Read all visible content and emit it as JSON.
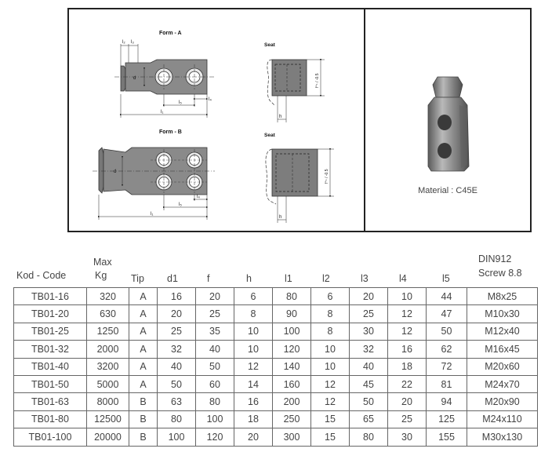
{
  "drawing": {
    "form_a": "Form - A",
    "form_b": "Form - B",
    "seat_a": "Seat",
    "seat_b": "Seat",
    "dims_a": {
      "l2": "l₂",
      "l3": "l₃",
      "d": "d",
      "l5": "l₅",
      "l4": "l₄",
      "l1": "l₁",
      "h": "h",
      "f": "f⁺¹ / -0.5"
    },
    "dims_b": {
      "d": "d",
      "l4": "l₄",
      "l5": "l₅",
      "l1": "l₁",
      "h": "h",
      "f": "f⁺¹ / -0.5"
    }
  },
  "photo": {
    "material": "Material : C45E"
  },
  "table": {
    "headers": [
      {
        "key": "kod",
        "text": "Kod - Code"
      },
      {
        "key": "kg_1",
        "text": "Max"
      },
      {
        "key": "kg_2",
        "text": "Kg"
      },
      {
        "key": "tip",
        "text": "Tip"
      },
      {
        "key": "d1",
        "text": "d1"
      },
      {
        "key": "f",
        "text": "f"
      },
      {
        "key": "h",
        "text": "h"
      },
      {
        "key": "l1",
        "text": "l1"
      },
      {
        "key": "l2",
        "text": "l2"
      },
      {
        "key": "l3",
        "text": "l3"
      },
      {
        "key": "l4",
        "text": "l4"
      },
      {
        "key": "l5",
        "text": "l5"
      },
      {
        "key": "din_1",
        "text": "DIN912"
      },
      {
        "key": "din_2",
        "text": "Screw 8.8"
      }
    ],
    "rows": [
      [
        "TB01-16",
        "320",
        "A",
        "16",
        "20",
        "6",
        "80",
        "6",
        "20",
        "10",
        "44",
        "M8x25"
      ],
      [
        "TB01-20",
        "630",
        "A",
        "20",
        "25",
        "8",
        "90",
        "8",
        "25",
        "12",
        "47",
        "M10x30"
      ],
      [
        "TB01-25",
        "1250",
        "A",
        "25",
        "35",
        "10",
        "100",
        "8",
        "30",
        "12",
        "50",
        "M12x40"
      ],
      [
        "TB01-32",
        "2000",
        "A",
        "32",
        "40",
        "10",
        "120",
        "10",
        "32",
        "16",
        "62",
        "M16x45"
      ],
      [
        "TB01-40",
        "3200",
        "A",
        "40",
        "50",
        "12",
        "140",
        "10",
        "40",
        "18",
        "72",
        "M20x60"
      ],
      [
        "TB01-50",
        "5000",
        "A",
        "50",
        "60",
        "14",
        "160",
        "12",
        "45",
        "22",
        "81",
        "M24x70"
      ],
      [
        "TB01-63",
        "8000",
        "B",
        "63",
        "80",
        "16",
        "200",
        "12",
        "50",
        "20",
        "94",
        "M20x90"
      ],
      [
        "TB01-80",
        "12500",
        "B",
        "80",
        "100",
        "18",
        "250",
        "15",
        "65",
        "25",
        "125",
        "M24x110"
      ],
      [
        "TB01-100",
        "20000",
        "B",
        "100",
        "120",
        "20",
        "300",
        "15",
        "80",
        "30",
        "155",
        "M30x130"
      ]
    ]
  }
}
